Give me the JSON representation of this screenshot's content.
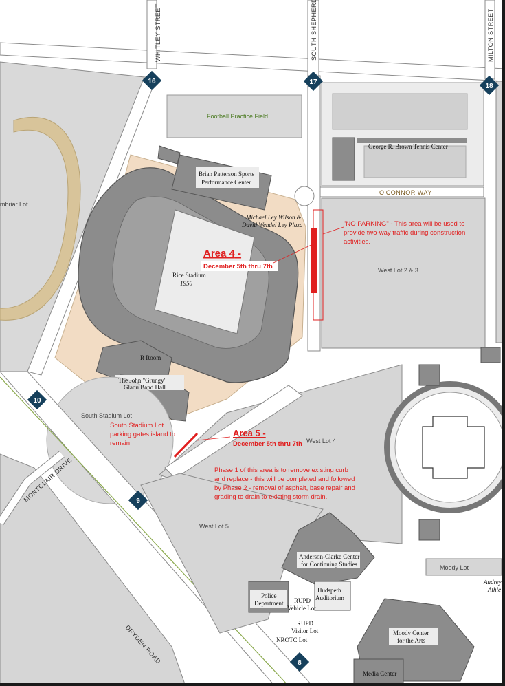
{
  "streets": {
    "whitley": "WHITLEY STREET",
    "shepherd": "SOUTH SHEPHERD",
    "milton": "MILTON STREET",
    "oconnor": "O'CONNOR WAY",
    "montclair": "MONTCLAIR DRIVE",
    "dryden": "DRYDEN ROAD"
  },
  "markers": [
    "16",
    "17",
    "18",
    "10",
    "9",
    "8"
  ],
  "places": {
    "football_field": "Football Practice Field",
    "tennis_center": "George R. Brown Tennis Center",
    "patterson_1": "Brian Patterson Sports",
    "patterson_2": "Performance Center",
    "ley_plaza_1": "Michael Ley Wilson &",
    "ley_plaza_2": "David Wendel Ley Plaza",
    "stadium": "Rice Stadium",
    "stadium_year": "1950",
    "r_room": "R Room",
    "band_hall_1": "The John \"Grungy\"",
    "band_hall_2": "Gladu Band Hall",
    "briar_lot": "mbriar Lot",
    "south_stadium_lot": "South Stadium Lot",
    "west_lot_23": "West Lot 2 & 3",
    "west_lot_4": "West Lot 4",
    "west_lot_5": "West Lot 5",
    "anderson_1": "Anderson-Clarke Center",
    "anderson_2": "for Continuing Studies",
    "hudspeth_1": "Hudspeth",
    "hudspeth_2": "Auditorium",
    "police_1": "Police",
    "police_2": "Department",
    "rupd_vehicle_1": "RUPD",
    "rupd_vehicle_2": "Vehicle Lot",
    "rupd_visitor_1": "RUPD",
    "rupd_visitor_2": "Visitor Lot",
    "nrotc": "NROTC Lot",
    "moody_lot": "Moody Lot",
    "moody_center_1": "Moody Center",
    "moody_center_2": "for the Arts",
    "media_center": "Media Center",
    "audrey_1": "Audrey",
    "audrey_2": "Athle"
  },
  "area4": {
    "title": "Area 4",
    "dash": " -",
    "dates": "December  5th thru 7th",
    "note": [
      "\"NO PARKING\" - This area will be used to",
      "provide two-way traffic during construction",
      "activities."
    ]
  },
  "area5": {
    "title": "Area 5",
    "dash": " -",
    "dates": "December  5th thru 7th",
    "gates_note": [
      "South Stadium Lot",
      "parking gates island to",
      "remain"
    ],
    "phase_note": [
      "Phase 1 of this area is to remove existing curb",
      "and replace - this will be completed and followed",
      "by Phase 2 - removal of asphalt, base repair and",
      "grading to drain to existing storm drain."
    ]
  },
  "colors": {
    "lot": "#d6d6d6",
    "building": "#8c8c8c",
    "tan": "#f2dcc4",
    "sign": "#16405c",
    "red": "#e02020"
  }
}
